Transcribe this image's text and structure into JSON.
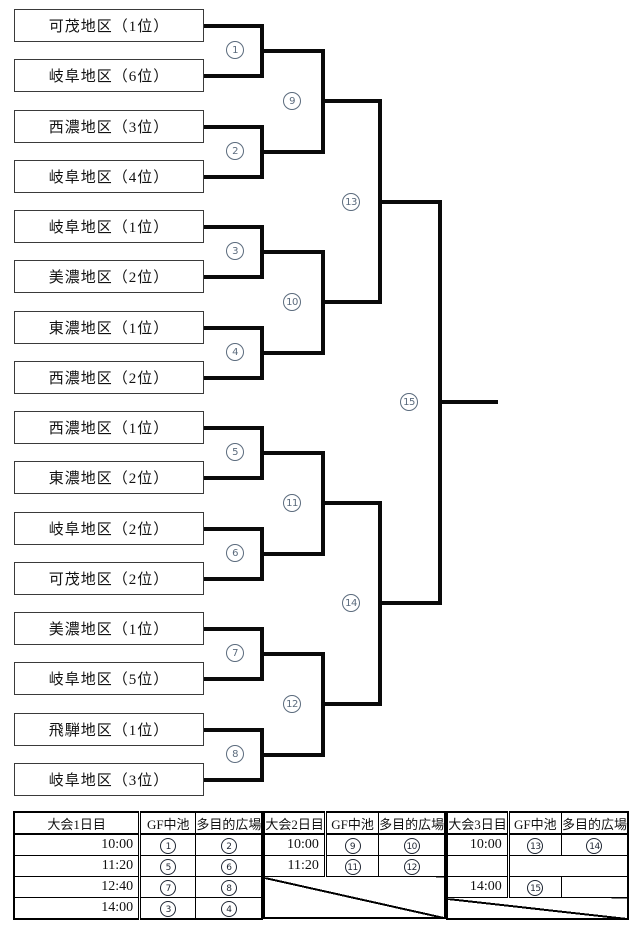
{
  "colors": {
    "line": "#0a0a0a",
    "bracket_circle": "#5b6b7d",
    "table_circle": "#1f2633",
    "box_border": "#3a3a3a"
  },
  "bracket": {
    "teams": [
      "可茂地区（1位）",
      "岐阜地区（6位）",
      "西濃地区（3位）",
      "岐阜地区（4位）",
      "岐阜地区（1位）",
      "美濃地区（2位）",
      "東濃地区（1位）",
      "西濃地区（2位）",
      "西濃地区（1位）",
      "東濃地区（2位）",
      "岐阜地区（2位）",
      "可茂地区（2位）",
      "美濃地区（1位）",
      "岐阜地区（5位）",
      "飛騨地区（1位）",
      "岐阜地区（3位）"
    ],
    "match_numbers": [
      "1",
      "2",
      "3",
      "4",
      "5",
      "6",
      "7",
      "8",
      "9",
      "10",
      "11",
      "12",
      "13",
      "14",
      "15"
    ]
  },
  "schedule": {
    "sections": [
      {
        "day": "大会1日目",
        "venue1": "GF中池",
        "venue2": "多目的広場",
        "rows": [
          {
            "time": "10:00",
            "v1": "1",
            "v2": "2"
          },
          {
            "time": "11:20",
            "v1": "5",
            "v2": "6"
          },
          {
            "time": "12:40",
            "v1": "7",
            "v2": "8"
          },
          {
            "time": "14:00",
            "v1": "3",
            "v2": "4"
          }
        ]
      },
      {
        "day": "大会2日目",
        "venue1": "GF中池",
        "venue2": "多目的広場",
        "rows": [
          {
            "time": "10:00",
            "v1": "9",
            "v2": "10"
          },
          {
            "time": "11:20",
            "v1": "11",
            "v2": "12"
          }
        ]
      },
      {
        "day": "大会3日目",
        "venue1": "GF中池",
        "venue2": "多目的広場",
        "rows": [
          {
            "time": "10:00",
            "v1": "13",
            "v2": "14"
          },
          {
            "time": "",
            "v1": "",
            "v2": ""
          },
          {
            "time": "14:00",
            "v1": "15",
            "v2": ""
          }
        ]
      }
    ]
  }
}
